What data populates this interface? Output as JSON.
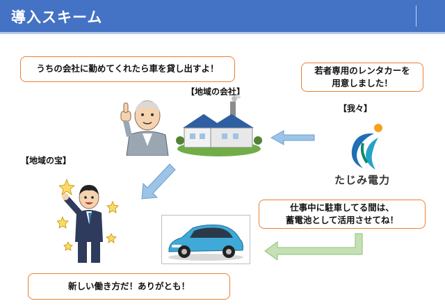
{
  "header": {
    "title": "導入スキーム"
  },
  "bubbles": {
    "company_offer": "うちの会社に勤めてくれたら車を貸し出すよ！",
    "rental_car": "若者専用のレンタカーを\n用意しました！",
    "parking_storage": "仕事中に駐車してる間は、\n蓄電池として活用させてね！",
    "new_workstyle": "新しい働き方だ！ありがとも！"
  },
  "labels": {
    "local_company": "【地域の会社】",
    "us": "【我々】",
    "local_treasure": "【地域の宝】"
  },
  "logo": {
    "text": "たじみ電力"
  },
  "colors": {
    "header": "#4472C4",
    "bubble_border": "#ED7D31",
    "arrow_blue": "#9DC3E6",
    "arrow_green": "#C5E0B4"
  }
}
